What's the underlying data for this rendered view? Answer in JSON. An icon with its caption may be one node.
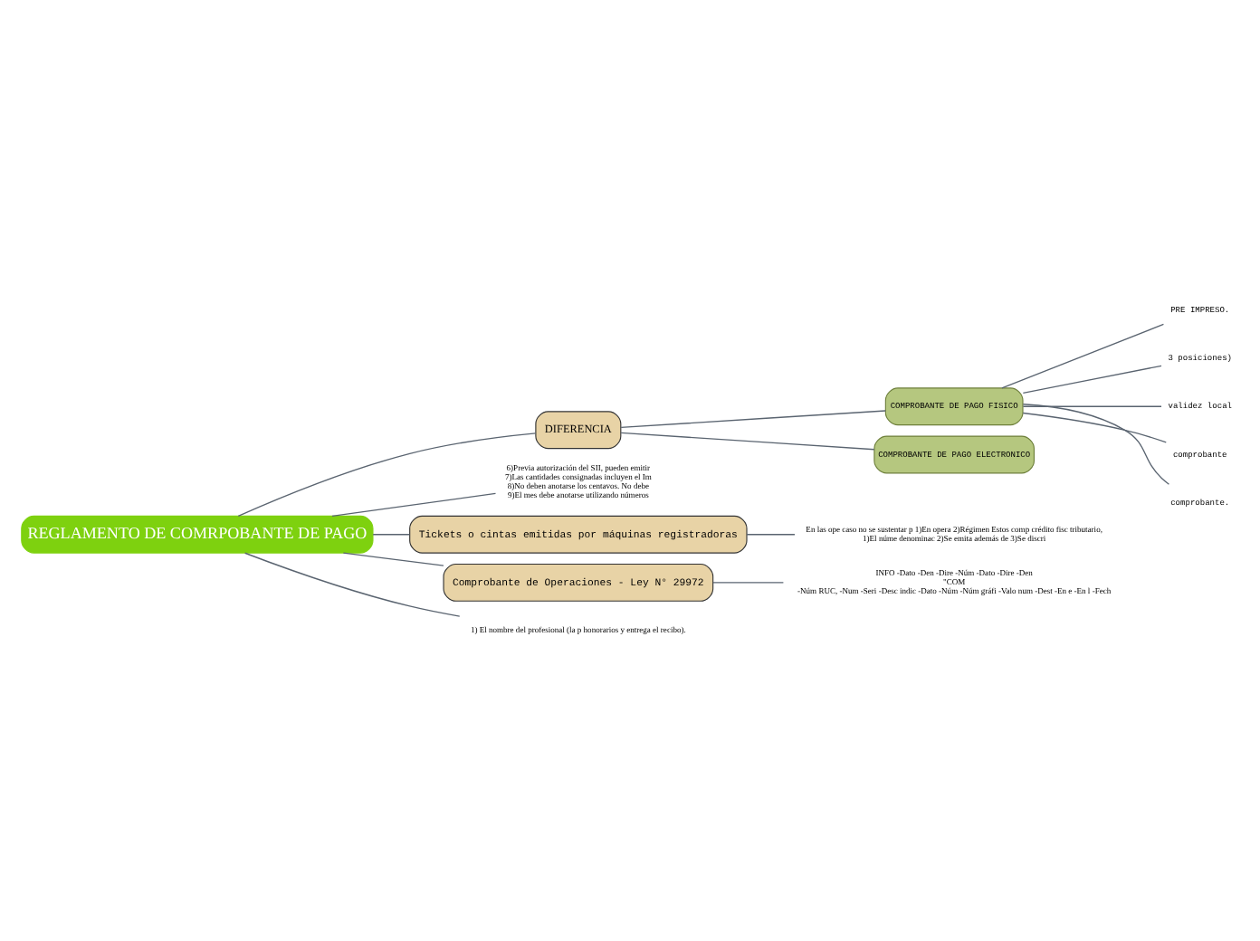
{
  "diagram": {
    "nodes": [
      {
        "text": [
          "REGLAMENTO DE COMRPOBANTE DE PAGO"
        ]
      },
      {
        "text": [
          "DIFERENCIA"
        ]
      },
      {
        "text": [
          "COMPROBANTE DE PAGO FISICO"
        ]
      },
      {
        "text": [
          "COMPROBANTE DE PAGO ELECTRONICO"
        ]
      },
      {
        "text": [
          "PRE IMPRESO."
        ]
      },
      {
        "text": [
          "3 posiciones)"
        ]
      },
      {
        "text": [
          "validez local"
        ]
      },
      {
        "text": [
          "comprobante"
        ]
      },
      {
        "text": [
          "comprobante."
        ]
      },
      {
        "text": [
          "6)Previa autorización del SII, pueden emitir",
          "7)Las cantidades consignadas incluyen el Im",
          "8)No deben anotarse los centavos. No debe",
          "9)El mes debe anotarse utilizando números"
        ]
      },
      {
        "text": [
          "Tickets o cintas emitidas por máquinas registradoras"
        ]
      },
      {
        "text": [
          "En las ope caso no se sustentar p 1)En opera 2)Régimen Estos comp crédito fisc tributario,",
          "1)El núme denominac 2)Se emita además de 3)Se discri"
        ]
      },
      {
        "text": [
          "Comprobante de Operaciones - Ley N° 29972"
        ]
      },
      {
        "text": [
          "INFO -Dato -Den -Dire -Núm -Dato -Dire -Den",
          "\"COM",
          "-Núm RUC, -Num -Seri -Desc indic -Dato -Núm -Núm gráfi -Valo num -Dest -En e -En l -Fech"
        ]
      },
      {
        "text": [
          "1) El nombre del profesional (la p honorarios y entrega el recibo)."
        ]
      }
    ],
    "edges": [
      {
        "from": 0,
        "to": 1,
        "arrow": "none"
      },
      {
        "from": 1,
        "to": 2,
        "arrow": "none"
      },
      {
        "from": 1,
        "to": 3,
        "arrow": "none"
      },
      {
        "from": 2,
        "to": 4,
        "arrow": "none"
      },
      {
        "from": 2,
        "to": 5,
        "arrow": "none"
      },
      {
        "from": 2,
        "to": 6,
        "arrow": "none"
      },
      {
        "from": 2,
        "to": 7,
        "arrow": "none"
      },
      {
        "from": 2,
        "to": 8,
        "arrow": "none"
      },
      {
        "from": 0,
        "to": 9,
        "arrow": "none"
      },
      {
        "from": 0,
        "to": 10,
        "arrow": "none"
      },
      {
        "from": 10,
        "to": 11,
        "arrow": "none"
      },
      {
        "from": 0,
        "to": 12,
        "arrow": "none"
      },
      {
        "from": 12,
        "to": 13,
        "arrow": "none"
      },
      {
        "from": 0,
        "to": 14,
        "arrow": "none"
      }
    ]
  }
}
